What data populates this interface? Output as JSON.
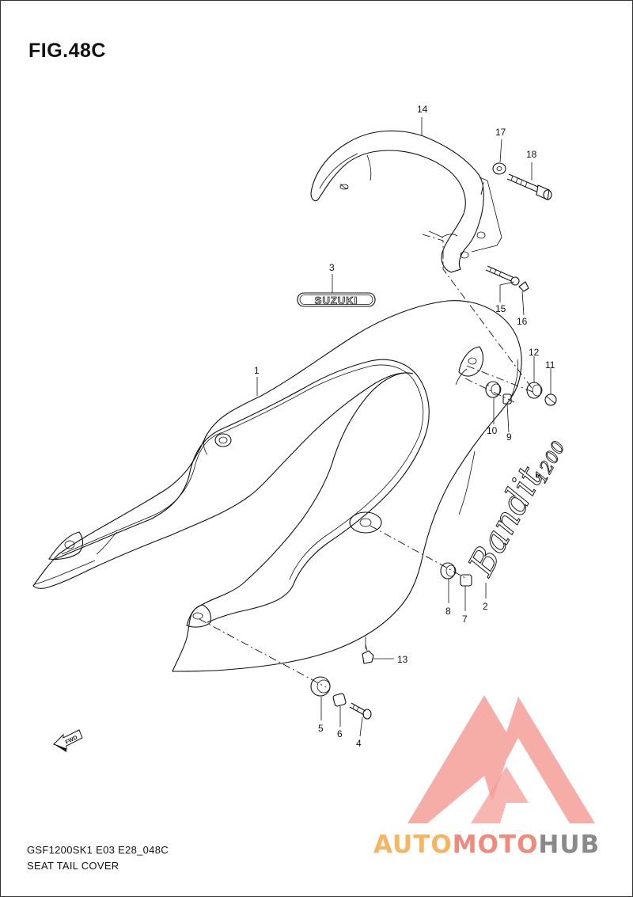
{
  "figure": {
    "title": "FIG.48C",
    "model_code": "GSF1200SK1 E03 E28_048C",
    "section_name": "SEAT TAIL COVER"
  },
  "badge": {
    "brand": "SUZUKI",
    "model_script": "Bandit",
    "model_number": "1200"
  },
  "fwd_arrow": {
    "label": "FWD"
  },
  "watermark": {
    "part1": "AUTO",
    "part2": "MOTO",
    "part3": "HUB",
    "colors": {
      "auto": "#f6b560",
      "moto": "#f08a7a",
      "hub": "#8a8a8a",
      "logo": "#f4948c"
    }
  },
  "callouts": {
    "c1": "1",
    "c2": "2",
    "c3": "3",
    "c4": "4",
    "c5": "5",
    "c6": "6",
    "c7": "7",
    "c8": "8",
    "c9": "9",
    "c10": "10",
    "c11": "11",
    "c12": "12",
    "c13": "13",
    "c14": "14",
    "c15": "15",
    "c16": "16",
    "c17": "17",
    "c18": "18"
  }
}
